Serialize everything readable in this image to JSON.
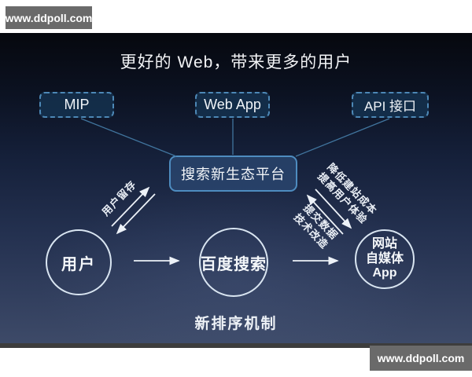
{
  "watermark_top": "www.ddpoll.com",
  "watermark_bottom": "www.ddpoll.com",
  "slide": {
    "title": "更好的 Web，带来更多的用户",
    "top_boxes": [
      {
        "label": "MIP"
      },
      {
        "label": "Web App"
      },
      {
        "label": "API 接口"
      }
    ],
    "platform_box_label": "搜索新生态平台",
    "circles": [
      {
        "label": "用户"
      },
      {
        "label": "百度搜索"
      },
      {
        "lines": [
          "网站",
          "自媒体",
          "App"
        ]
      }
    ],
    "arrow_labels": {
      "left": "用户留存",
      "right_lower": [
        "提交数据",
        "技术改造"
      ],
      "right_upper": [
        "降低建站成本",
        "提高用户体验"
      ]
    },
    "bottom_label": "新排序机制"
  },
  "colors": {
    "slide_gradient_top": "#06080e",
    "slide_gradient_bottom": "#3d4a68",
    "dashed_box_border": "#4d88b6",
    "platform_box_border": "#4e8cc0",
    "circle_stroke": "#d9e5f1",
    "arrow": "#edf2f8",
    "connector": "#41759e",
    "watermark_bg": "#6a6a6a",
    "bottom_strip": "#3d3d3d"
  }
}
